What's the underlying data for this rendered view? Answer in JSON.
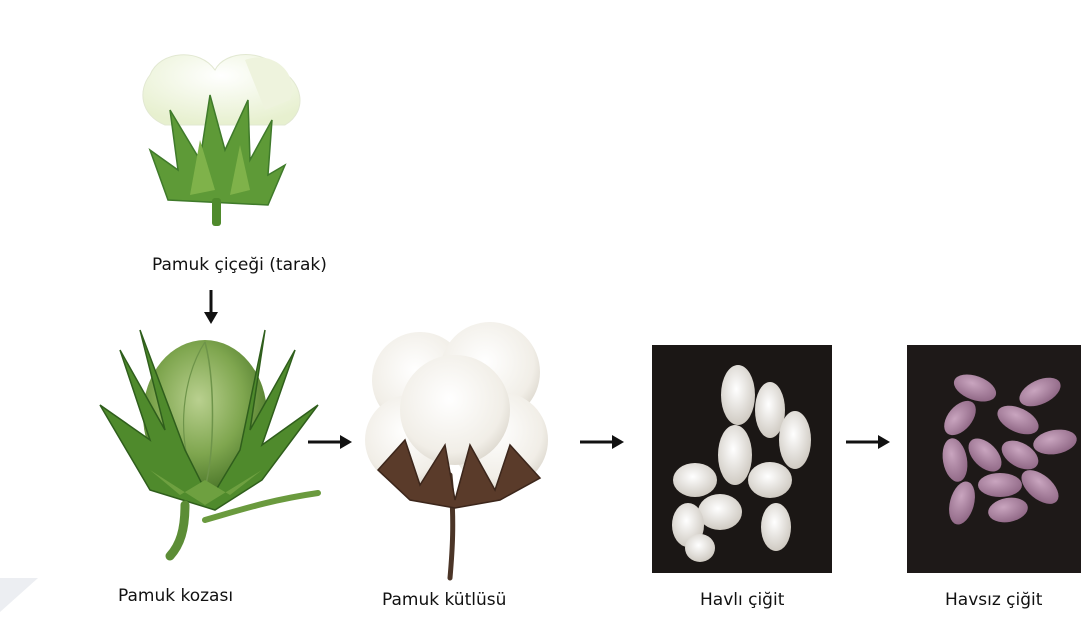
{
  "stages": [
    {
      "id": "flower",
      "label": "Pamuk çiçeği (tarak)",
      "icon": "cotton-flower-icon"
    },
    {
      "id": "boll",
      "label": "Pamuk kozası",
      "icon": "cotton-boll-icon"
    },
    {
      "id": "lint",
      "label": "Pamuk kütlüsü",
      "icon": "cotton-lint-icon"
    },
    {
      "id": "fuzzy_seed",
      "label": "Havlı çiğit",
      "icon": "fuzzy-seeds-icon"
    },
    {
      "id": "bare_seed",
      "label": "Havsız çiğit",
      "icon": "delinted-seeds-icon"
    }
  ],
  "colors": {
    "leaf_dark": "#3f7a2a",
    "leaf_light": "#7fb24a",
    "cotton_white": "#f5f3ee",
    "seed_bg": "#1b1715",
    "seed_purple": "#a77e9c",
    "arrow": "#111111"
  }
}
